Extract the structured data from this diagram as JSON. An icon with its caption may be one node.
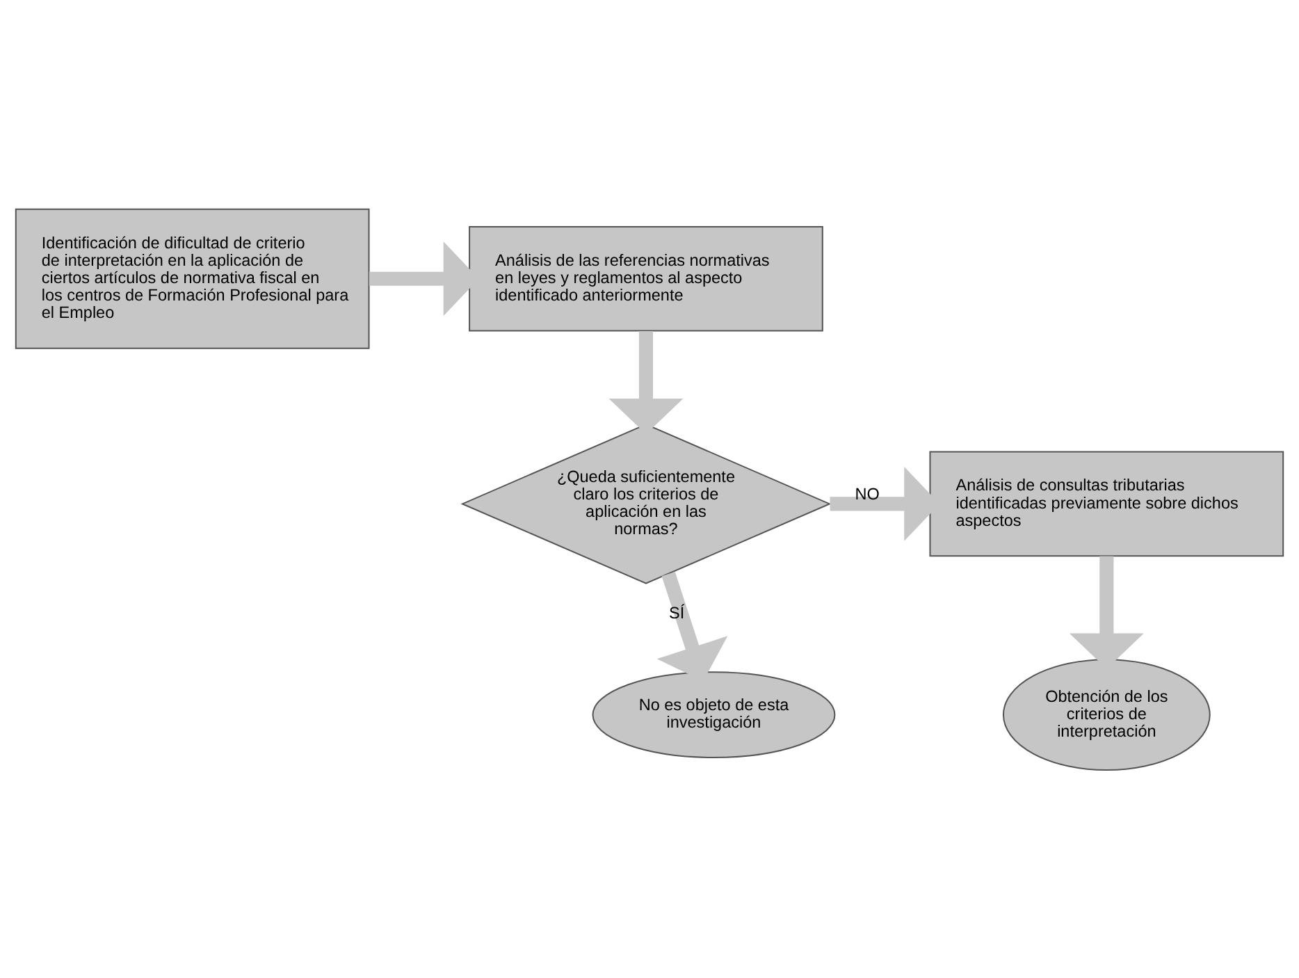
{
  "diagram": {
    "nodes": [
      {
        "text": [
          "Identificación de dificultad de criterio de interpretación en la aplicación de ciertos artículos de normativa fiscal en los centros de Formación Profesional para el Empleo"
        ]
      },
      {
        "text": [
          "Análisis de las referencias normativas en leyes y reglamentos al aspecto identificado anteriormente"
        ]
      },
      {
        "text": [
          "¿Queda suficientemente claro los criterios de aplicación en las normas?"
        ]
      },
      {
        "text": [
          "Análisis de consultas tributarias identificadas previamente sobre dichos aspectos"
        ]
      },
      {
        "text": [
          "Obtención de los criterios de interpretación"
        ]
      },
      {
        "text": [
          "No es objeto de esta investigación"
        ]
      }
    ],
    "edges": [
      {
        "from": 0,
        "to": 1,
        "arrow": "to"
      },
      {
        "from": 1,
        "to": 2,
        "arrow": "to"
      },
      {
        "from": 2,
        "to": 3,
        "arrow": "to",
        "label": "NO"
      },
      {
        "from": 3,
        "to": 4,
        "arrow": "to"
      },
      {
        "from": 2,
        "to": 5,
        "arrow": "to",
        "label": "SÍ"
      }
    ]
  }
}
